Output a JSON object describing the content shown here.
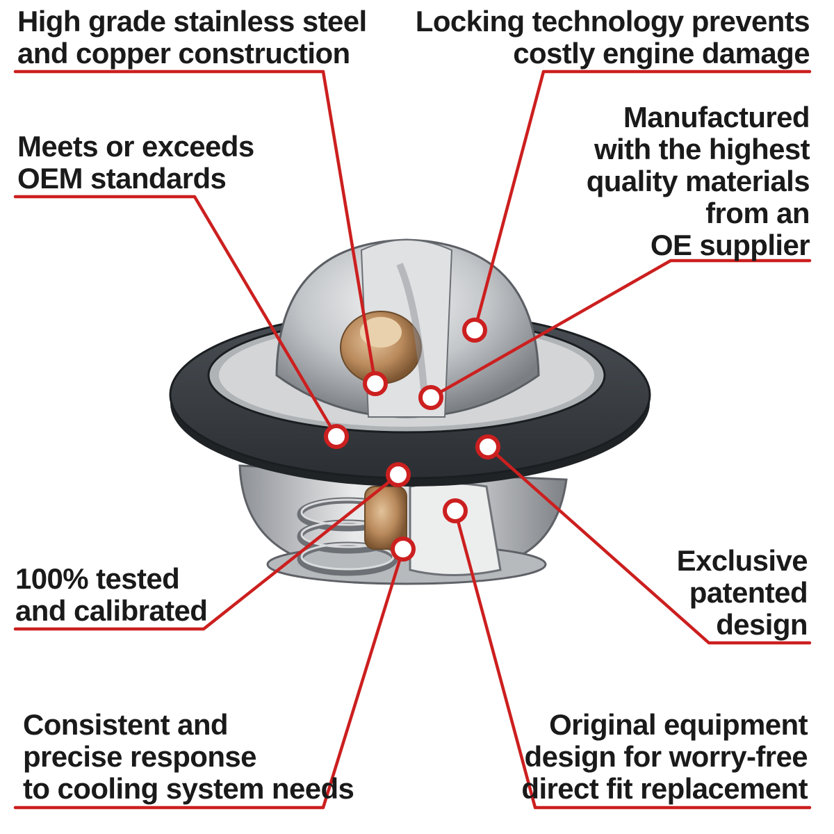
{
  "colors": {
    "accent": "#cc1f1f",
    "text": "#1a1a1a",
    "gasket": "#3d4247",
    "steel": "#c7c9cb",
    "copper": "#b98a5c",
    "background": "#ffffff"
  },
  "callouts": {
    "stainless": "High grade stainless steel\nand copper construction",
    "locking": "Locking technology prevents\ncostly engine damage",
    "oem": "Meets or exceeds\nOEM standards",
    "manufactured": "Manufactured\nwith the highest\nquality materials\nfrom an\nOE supplier",
    "tested": "100% tested\nand calibrated",
    "patented": "Exclusive\npatented\ndesign",
    "consistent": "Consistent and\nprecise response\nto cooling system needs",
    "original": "Original equipment\ndesign for worry-free\ndirect fit replacement"
  }
}
